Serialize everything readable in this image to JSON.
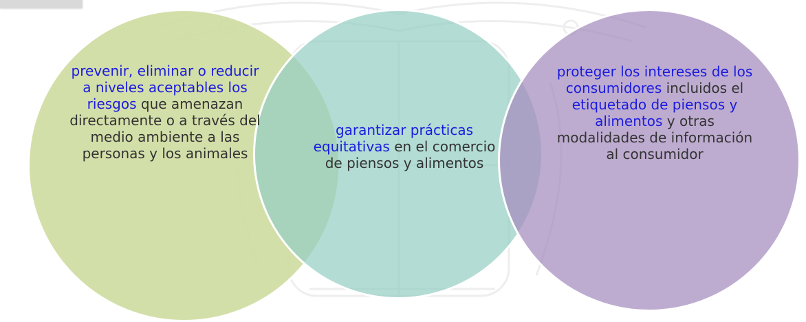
{
  "circles": [
    {
      "segments": [
        {
          "text": "prevenir, eliminar o reducir a niveles aceptables los riesgos",
          "highlight": true
        },
        {
          "text": " que amenazan directamente o a través del medio ambiente a las personas y los animales",
          "highlight": false
        }
      ]
    },
    {
      "segments": [
        {
          "text": "garantizar prácticas equitativas",
          "highlight": true
        },
        {
          "text": " en el comercio de piensos y alimentos",
          "highlight": false
        }
      ]
    },
    {
      "segments": [
        {
          "text": "proteger los intereses de los consumidores",
          "highlight": true
        },
        {
          "text": " incluidos el ",
          "highlight": false
        },
        {
          "text": "etiquetado de piensos y alimentos",
          "highlight": true
        },
        {
          "text": " y otras modalidades de información al consumidor",
          "highlight": false
        }
      ]
    }
  ],
  "colors": {
    "highlight_text": "#1b1bdf",
    "body_text": "#333333",
    "circle_left": "#cedba0",
    "circle_middle": "#96cec4",
    "circle_right": "#a58cbe"
  }
}
